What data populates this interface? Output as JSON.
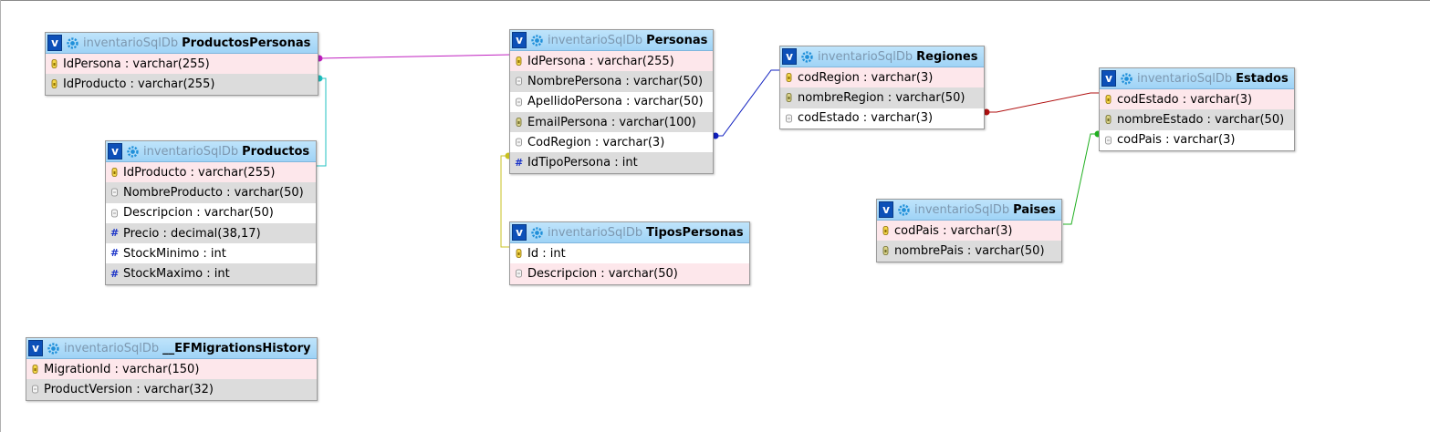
{
  "db_name": "inventarioSqlDb",
  "toggle_symbol": "v",
  "tables": {
    "productos_personas": {
      "name": "ProductosPersonas",
      "columns": [
        {
          "text": "IdPersona : varchar(255)",
          "icon": "key-icon"
        },
        {
          "text": "IdProducto : varchar(255)",
          "icon": "key-icon"
        }
      ]
    },
    "productos": {
      "name": "Productos",
      "columns": [
        {
          "text": "IdProducto : varchar(255)",
          "icon": "key-icon"
        },
        {
          "text": "NombreProducto : varchar(50)",
          "icon": "column-icon"
        },
        {
          "text": "Descripcion : varchar(50)",
          "icon": "column-icon"
        },
        {
          "text": "Precio : decimal(38,17)",
          "icon": "numeric-icon"
        },
        {
          "text": "StockMinimo : int",
          "icon": "numeric-icon"
        },
        {
          "text": "StockMaximo : int",
          "icon": "numeric-icon"
        }
      ]
    },
    "personas": {
      "name": "Personas",
      "columns": [
        {
          "text": "IdPersona : varchar(255)",
          "icon": "key-icon"
        },
        {
          "text": "NombrePersona : varchar(50)",
          "icon": "column-icon"
        },
        {
          "text": "ApellidoPersona : varchar(50)",
          "icon": "column-icon"
        },
        {
          "text": "EmailPersona : varchar(100)",
          "icon": "unique-key-icon"
        },
        {
          "text": "CodRegion : varchar(3)",
          "icon": "column-icon"
        },
        {
          "text": "IdTipoPersona : int",
          "icon": "numeric-icon"
        }
      ]
    },
    "tipos_personas": {
      "name": "TiposPersonas",
      "columns": [
        {
          "text": "Id : int",
          "icon": "key-icon"
        },
        {
          "text": "Descripcion : varchar(50)",
          "icon": "column-icon"
        }
      ]
    },
    "regiones": {
      "name": "Regiones",
      "columns": [
        {
          "text": "codRegion : varchar(3)",
          "icon": "key-icon"
        },
        {
          "text": "nombreRegion : varchar(50)",
          "icon": "unique-key-icon"
        },
        {
          "text": "codEstado : varchar(3)",
          "icon": "column-icon"
        }
      ]
    },
    "estados": {
      "name": "Estados",
      "columns": [
        {
          "text": "codEstado : varchar(3)",
          "icon": "key-icon"
        },
        {
          "text": "nombreEstado : varchar(50)",
          "icon": "unique-key-icon"
        },
        {
          "text": "codPais : varchar(3)",
          "icon": "column-icon"
        }
      ]
    },
    "paises": {
      "name": "Paises",
      "columns": [
        {
          "text": "codPais : varchar(3)",
          "icon": "key-icon"
        },
        {
          "text": "nombrePais : varchar(50)",
          "icon": "unique-key-icon"
        }
      ]
    },
    "ef_migrations_history": {
      "name": "__EFMigrationsHistory",
      "columns": [
        {
          "text": "MigrationId : varchar(150)",
          "icon": "key-icon"
        },
        {
          "text": "ProductVersion : varchar(32)",
          "icon": "column-icon"
        }
      ]
    }
  },
  "relations": [
    {
      "from": "ProductosPersonas.IdPersona",
      "to": "Personas.IdPersona",
      "color": "#c020c0"
    },
    {
      "from": "ProductosPersonas.IdProducto",
      "to": "Productos.IdProducto",
      "color": "#20c0c0"
    },
    {
      "from": "Personas.IdTipoPersona",
      "to": "TiposPersonas.Id",
      "color": "#c8c020"
    },
    {
      "from": "Personas.CodRegion",
      "to": "Regiones.codRegion",
      "color": "#1020c0"
    },
    {
      "from": "Regiones.codEstado",
      "to": "Estados.codEstado",
      "color": "#b01010"
    },
    {
      "from": "Estados.codPais",
      "to": "Paises.codPais",
      "color": "#20b020"
    }
  ],
  "colors": {
    "header": "#a6d8f8",
    "pk_row": "#fde7eb",
    "alt_row": "#dcdcdc",
    "key_icon": "#c9a400",
    "numeric_icon": "#1a33c8"
  }
}
